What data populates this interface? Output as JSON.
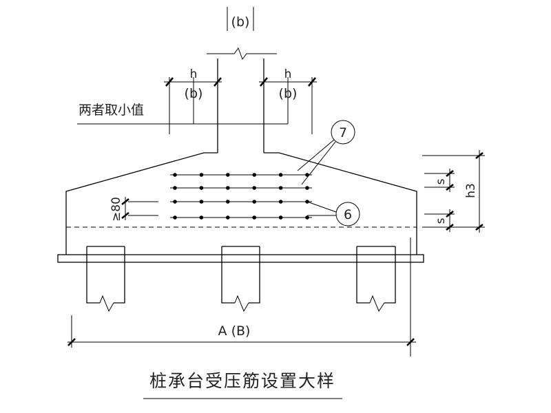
{
  "labels": {
    "column_b": "(b)",
    "h_left": "h",
    "b_left": "(b)",
    "h_right": "h",
    "b_right": "(b)",
    "min_note": "两者取小值",
    "bar_7": "7",
    "bar_6": "6",
    "spacing_80": "≥80",
    "s_top": "s",
    "s_bottom": "s",
    "h3": "h3",
    "width": "A (B)",
    "title": "桩承台受压筋设置大样"
  },
  "rebar": {
    "rows": 4,
    "columns": 6
  }
}
